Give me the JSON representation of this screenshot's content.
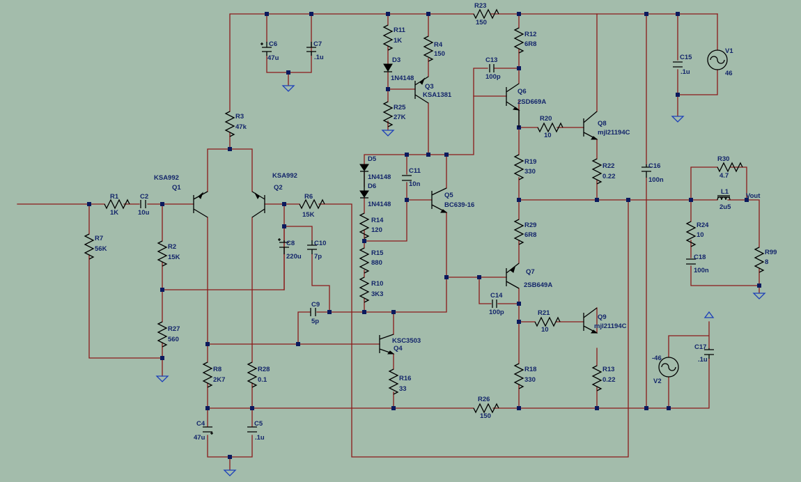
{
  "labels": {
    "R23": "R23",
    "R23v": "150",
    "R11": "R11",
    "R11v": "1K",
    "R4": "R4",
    "R4v": "150",
    "R12": "R12",
    "R12v": "6R8",
    "C6": "C6",
    "C6v": "47u",
    "C7": "C7",
    "C7v": ".1u",
    "D3": "D3",
    "D3v": "1N4148",
    "Q3": "Q3",
    "Q3v": "KSA1381",
    "C13": "C13",
    "C13v": "100p",
    "Q6": "Q6",
    "Q6v": "2SD669A",
    "R25": "R25",
    "R25v": "27K",
    "C15": "C15",
    "C15v": ".1u",
    "V1": "V1",
    "V1v": "46",
    "R3": "R3",
    "R3v": "47k",
    "R20": "R20",
    "R20v": "10",
    "Q8": "Q8",
    "Q8v": "mjl21194C",
    "D5": "D5",
    "D5v": "1N4148",
    "D6": "D6",
    "D6v": "1N4148",
    "C11": "C11",
    "C11v": "10n",
    "R19": "R19",
    "R19v": "330",
    "R22": "R22",
    "R22v": "0.22",
    "C16": "C16",
    "C16v": "100n",
    "R30": "R30",
    "R30v": "4.7",
    "L1": "L1",
    "L1v": "2u5",
    "Vout": "Vout",
    "Q1": "Q1",
    "Q1v": "KSA992",
    "Q2": "Q2",
    "Q2v": "KSA992",
    "Q5": "Q5",
    "Q5v": "BC639-16",
    "R1": "R1",
    "R1v": "1K",
    "C2": "C2",
    "C2v": "10u",
    "R6": "R6",
    "R6v": "15K",
    "R7": "R7",
    "R7v": "56K",
    "R2": "R2",
    "R2v": "15K",
    "R14": "R14",
    "R14v": "120",
    "R24": "R24",
    "R24v": "10",
    "R29": "R29",
    "R29v": "6R8",
    "R99": "R99",
    "R99v": "8",
    "C8": "C8",
    "C8v": "220u",
    "C10": "C10",
    "C10v": "7p",
    "R15": "R15",
    "R15v": "880",
    "C18": "C18",
    "C18v": "100n",
    "Q7": "Q7",
    "Q7v": "2SB649A",
    "R10": "R10",
    "R10v": "3K3",
    "C14": "C14",
    "C14v": "100p",
    "C9": "C9",
    "C9v": "5p",
    "R21": "R21",
    "R21v": "10",
    "Q9": "Q9",
    "Q9v": "mjl21194C",
    "R27": "R27",
    "R27v": "560",
    "Q4": "Q4",
    "Q4v": "KSC3503",
    "V2": "V2",
    "V2v": "-46",
    "C17": "C17",
    "C17v": ".1u",
    "R16": "R16",
    "R16v": "33",
    "R8": "R8",
    "R8v": "2K7",
    "R28": "R28",
    "R28v": "0.1",
    "R18": "R18",
    "R18v": "330",
    "R13": "R13",
    "R13v": "0.22",
    "R26": "R26",
    "R26v": "150",
    "C4": "C4",
    "C4v": "47u",
    "C5": "C5",
    "C5v": ".1u"
  },
  "colors": {
    "background": "#a3bcab",
    "wire": "#8b1a1a",
    "component": "#000000",
    "ground": "#1c3fb8",
    "junction": "#0b1a5e",
    "label": "#13256a"
  }
}
